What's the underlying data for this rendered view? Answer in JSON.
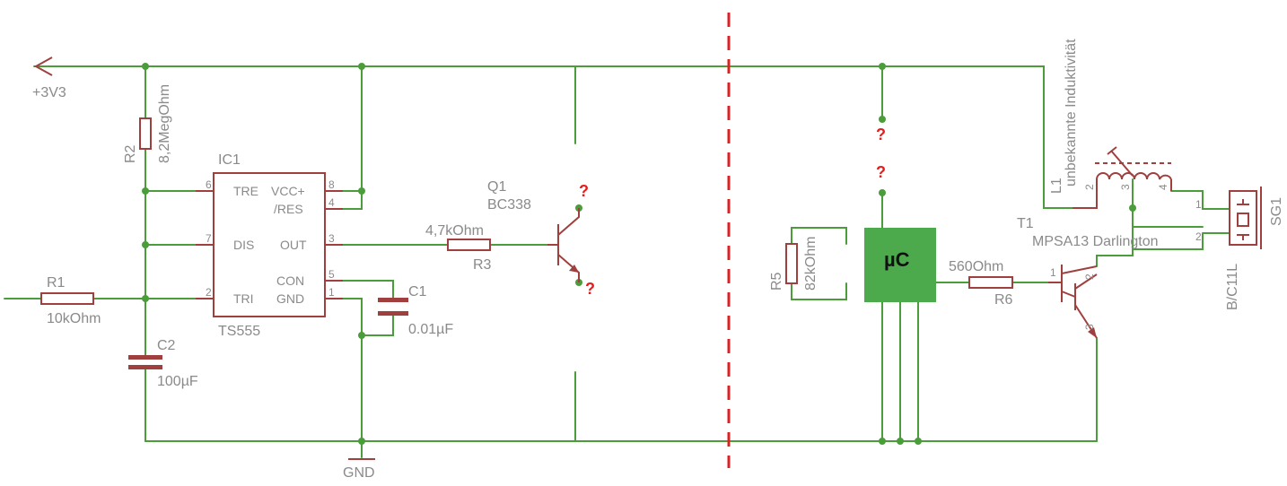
{
  "power": {
    "vcc_label": "+3V3",
    "gnd_label": "GND"
  },
  "ic1": {
    "name": "IC1",
    "value": "TS555",
    "pins": {
      "tre": "TRE",
      "dis": "DIS",
      "tri": "TRI",
      "vcc": "VCC+",
      "res": "/RES",
      "out": "OUT",
      "con": "CON",
      "gnd": "GND"
    },
    "pin_numbers": {
      "tre": "6",
      "dis": "7",
      "tri": "2",
      "vcc": "8",
      "res": "4",
      "out": "3",
      "con": "5",
      "gnd": "1"
    }
  },
  "r1": {
    "name": "R1",
    "value": "10kOhm"
  },
  "r2": {
    "name": "R2",
    "value": "8,2MegOhm"
  },
  "r3": {
    "name": "R3",
    "value": "4,7kOhm"
  },
  "r5": {
    "name": "R5",
    "value": "82kOhm"
  },
  "r6": {
    "name": "R6",
    "value": "560Ohm"
  },
  "c1": {
    "name": "C1",
    "value": "0.01µF"
  },
  "c2": {
    "name": "C2",
    "value": "100µF"
  },
  "q1": {
    "name": "Q1",
    "value": "BC338"
  },
  "t1": {
    "name": "T1",
    "value": "MPSA13 Darlington",
    "pins": {
      "b": "1",
      "c": "2",
      "e": "3"
    }
  },
  "l1": {
    "name": "L1",
    "value": "unbekannte Induktivität",
    "pins": {
      "p1": "2",
      "p2": "3",
      "p3": "4"
    }
  },
  "sg1": {
    "name": "SG1",
    "value": "B/C11L",
    "pins": {
      "p1": "1",
      "p2": "2"
    }
  },
  "mcu": {
    "label": "µC"
  },
  "unknown_marker": "?",
  "colors": {
    "wire": "#4a9d3a",
    "component": "#a0403e",
    "text": "#8a8a8a",
    "marker": "#e02020",
    "mcu_fill": "#4caa4c"
  }
}
